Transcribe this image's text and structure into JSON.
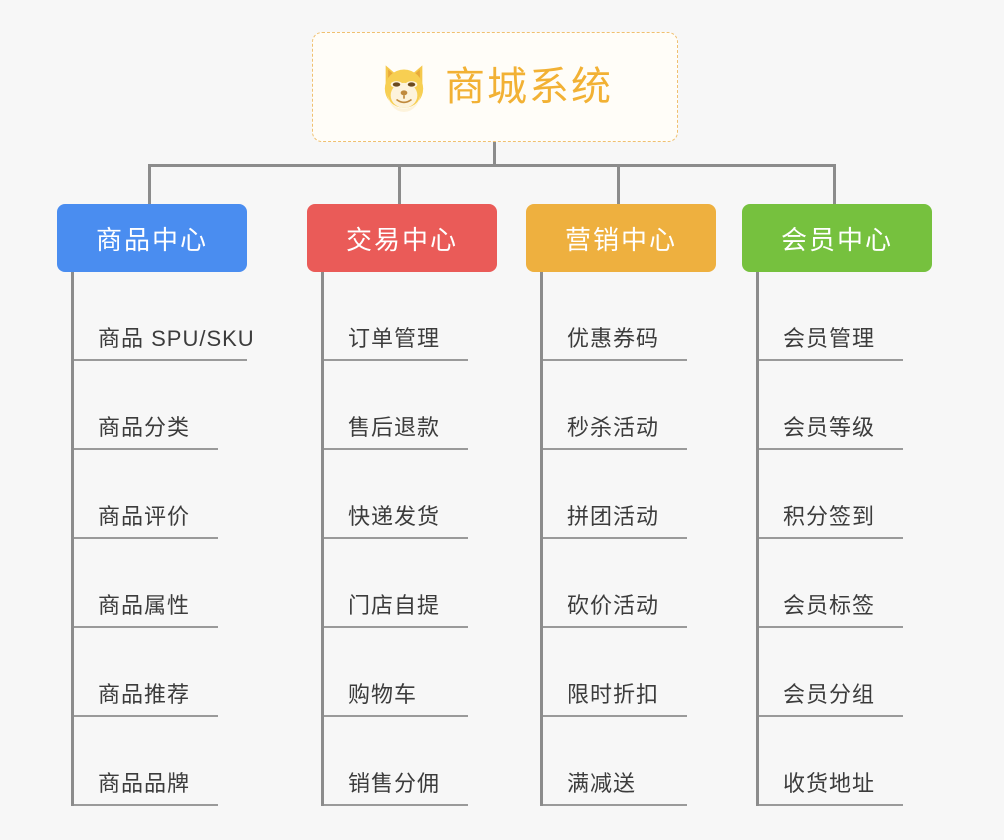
{
  "root": {
    "title": "商城系统",
    "icon": "shiba-dog-face-emoji",
    "border_color": "#f0c070",
    "text_color": "#f2b134",
    "background": "#fffdf8"
  },
  "canvas": {
    "background": "#f7f7f7",
    "connector_color": "#8c8c8c"
  },
  "branches": [
    {
      "label": "商品中心",
      "color": "#4a8df0",
      "items": [
        "商品 SPU/SKU",
        "商品分类",
        "商品评价",
        "商品属性",
        "商品推荐",
        "商品品牌"
      ]
    },
    {
      "label": "交易中心",
      "color": "#ea5b58",
      "items": [
        "订单管理",
        "售后退款",
        "快递发货",
        "门店自提",
        "购物车",
        "销售分佣"
      ]
    },
    {
      "label": "营销中心",
      "color": "#eeb03f",
      "items": [
        "优惠券码",
        "秒杀活动",
        "拼团活动",
        "砍价活动",
        "限时折扣",
        "满减送"
      ]
    },
    {
      "label": "会员中心",
      "color": "#76c13e",
      "items": [
        "会员管理",
        "会员等级",
        "积分签到",
        "会员标签",
        "会员分组",
        "收货地址"
      ]
    }
  ]
}
